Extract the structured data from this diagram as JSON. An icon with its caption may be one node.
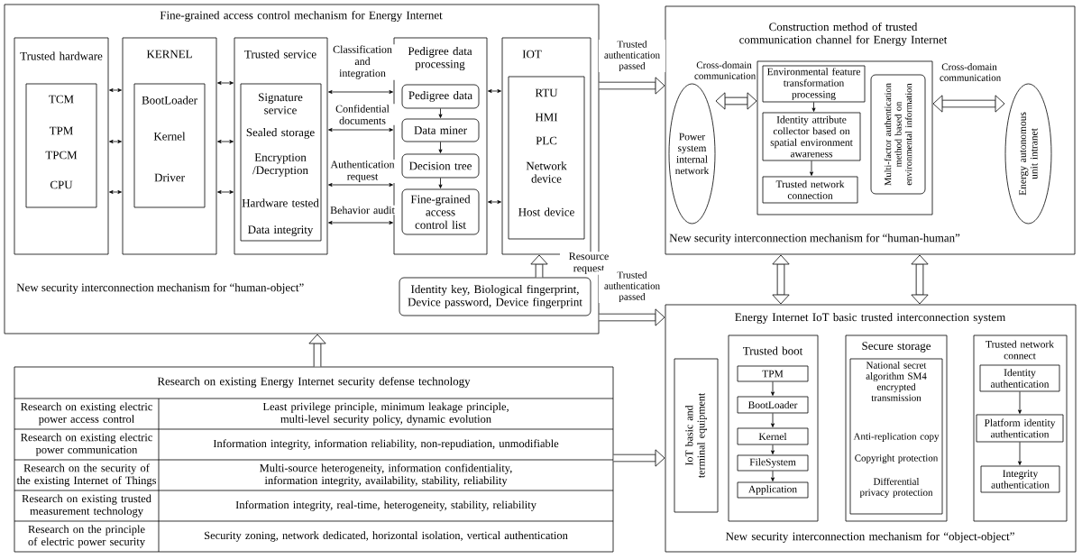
{
  "diagram": {
    "nodes": [
      {
        "text": [
          "Fine-grained access control mechanism for Energy Internet",
          "New security interconnection mechanism for “human-object”"
        ]
      },
      {
        "text": [
          "Trusted hardware"
        ],
        "in": 0
      },
      {
        "text": [
          "TCM",
          "TPM",
          "TPCM",
          "CPU"
        ],
        "in": 1
      },
      {
        "text": [
          "KERNEL"
        ],
        "in": 0
      },
      {
        "text": [
          "BootLoader",
          "Kernel",
          "Driver"
        ],
        "in": 3
      },
      {
        "text": [
          "Trusted service"
        ],
        "in": 0
      },
      {
        "text": [
          "Signature service",
          "Sealed storage",
          "Encryption /Decryption",
          "Hardware tested",
          "Data integrity"
        ],
        "in": 5
      },
      {
        "text": [
          "Pedigree data processing"
        ],
        "in": 0
      },
      {
        "text": [
          "Pedigree data"
        ],
        "in": 7
      },
      {
        "text": [
          "Data miner"
        ],
        "in": 7
      },
      {
        "text": [
          "Decision tree"
        ],
        "in": 7
      },
      {
        "text": [
          "Fine-grained access control list"
        ],
        "in": 7
      },
      {
        "text": [
          "IOT"
        ],
        "in": 0
      },
      {
        "text": [
          "RTU",
          "HMI",
          "PLC",
          "Network device",
          "Host device"
        ],
        "in": 12
      },
      {
        "text": [
          "Identity key, Biological fingerprint, Device password, Device fingerprint"
        ],
        "in": 0
      },
      {
        "text": [
          "Construction method of trusted communication channel for Energy Internet",
          "New security interconnection mechanism for “human-human”"
        ]
      },
      {
        "text": [
          "Power system internal network"
        ],
        "in": 15
      },
      {
        "text": [],
        "shape": "box",
        "in": 15
      },
      {
        "text": [
          "Environmental feature transformation processing"
        ],
        "in": 17
      },
      {
        "text": [
          "Identity attribute collector based on spatial environment awareness"
        ],
        "in": 17
      },
      {
        "text": [
          "Trusted network connection"
        ],
        "in": 17
      },
      {
        "text": [
          "Multi-factor authentication method based on environmental information"
        ],
        "in": 17
      },
      {
        "text": [
          "Energy autonomous unit intranet"
        ],
        "in": 15
      },
      {
        "text": [
          "Energy Internet IoT basic trusted interconnection system",
          "New security interconnection mechanism for “object-object”"
        ]
      },
      {
        "text": [
          "IoT basic and terminal equipment"
        ],
        "in": 23
      },
      {
        "text": [
          "Trusted boot"
        ],
        "in": 23
      },
      {
        "text": [
          "TPM"
        ],
        "in": 25
      },
      {
        "text": [
          "BootLoader"
        ],
        "in": 25
      },
      {
        "text": [
          "Kernel"
        ],
        "in": 25
      },
      {
        "text": [
          "FileSystem"
        ],
        "in": 25
      },
      {
        "text": [
          "Application"
        ],
        "in": 25
      },
      {
        "text": [
          "Secure storage"
        ],
        "in": 23
      },
      {
        "text": [
          "National secret algorithm SM4 encrypted transmission",
          "Anti-replication copy",
          "Copyright protection",
          "Differential privacy protection"
        ],
        "in": 31
      },
      {
        "text": [
          "Trusted network connect"
        ],
        "in": 23
      },
      {
        "text": [
          "Identity authentication"
        ],
        "in": 33
      },
      {
        "text": [
          "Platform identity authentication"
        ],
        "in": 33
      },
      {
        "text": [
          "Integrity authentication"
        ],
        "in": 33
      },
      {
        "text": [
          "Research on existing Energy Internet security defense technology"
        ]
      }
    ],
    "edges": [
      {
        "from": 1,
        "to": 3,
        "arrow": "both"
      },
      {
        "from": 1,
        "to": 3,
        "arrow": "both"
      },
      {
        "from": 1,
        "to": 3,
        "arrow": "both"
      },
      {
        "from": 3,
        "to": 5,
        "arrow": "both"
      },
      {
        "from": 3,
        "to": 5,
        "arrow": "both"
      },
      {
        "from": 3,
        "to": 5,
        "arrow": "both"
      },
      {
        "from": 5,
        "to": 7,
        "arrow": "both",
        "label": "Classification and integration"
      },
      {
        "from": 5,
        "to": 7,
        "arrow": "both",
        "label": "Confidential documents"
      },
      {
        "from": 5,
        "to": 7,
        "arrow": "both",
        "label": "Authentication request"
      },
      {
        "from": 5,
        "to": 7,
        "arrow": "both",
        "label": "Behavior audit"
      },
      {
        "from": 8,
        "to": 9,
        "arrow": "to"
      },
      {
        "from": 9,
        "to": 10,
        "arrow": "to"
      },
      {
        "from": 10,
        "to": 11,
        "arrow": "to"
      },
      {
        "from": 7,
        "to": 12,
        "arrow": "both"
      },
      {
        "from": 7,
        "to": 12,
        "arrow": "both"
      },
      {
        "from": 14,
        "to": 12,
        "arrow": "to",
        "style": "thick",
        "label": "Resource request"
      },
      {
        "from": 0,
        "to": 15,
        "arrow": "to",
        "style": "thick",
        "label": "Trusted authentication passed"
      },
      {
        "from": 0,
        "to": 23,
        "arrow": "to",
        "style": "thick",
        "label": "Trusted authentication passed"
      },
      {
        "from": 37,
        "to": 0,
        "arrow": "to",
        "style": "thick"
      },
      {
        "from": 37,
        "to": 23,
        "arrow": "to",
        "style": "thick"
      },
      {
        "from": 15,
        "to": 23,
        "arrow": "both",
        "style": "thick"
      },
      {
        "from": 15,
        "to": 23,
        "arrow": "both",
        "style": "thick"
      },
      {
        "from": 16,
        "to": 17,
        "arrow": "both",
        "style": "thick",
        "label": "Cross-domain communication"
      },
      {
        "from": 17,
        "to": 22,
        "arrow": "both",
        "style": "thick",
        "label": "Cross-domain communication"
      },
      {
        "from": 18,
        "to": 19,
        "arrow": "to"
      },
      {
        "from": 19,
        "to": 20,
        "arrow": "to"
      },
      {
        "from": 26,
        "to": 27,
        "arrow": "to"
      },
      {
        "from": 27,
        "to": 28,
        "arrow": "to"
      },
      {
        "from": 28,
        "to": 29,
        "arrow": "to"
      },
      {
        "from": 29,
        "to": 30,
        "arrow": "to"
      },
      {
        "from": 34,
        "to": 35,
        "arrow": "to"
      },
      {
        "from": 35,
        "to": 36,
        "arrow": "to"
      }
    ],
    "labels": [
      "Research on existing electric power access control",
      "Least privilege principle, minimum leakage principle, multi-level security policy, dynamic evolution",
      "Research on existing electric power communication",
      "Information integrity, information reliability, non-repudiation, unmodifiable",
      "Research on the security of the existing Internet of Things",
      "Multi-source heterogeneity, information confidentiality, information integrity, availability, stability, reliability",
      "Research on existing trusted measurement technology",
      "Information integrity, real-time, heterogeneity, stability, reliability",
      "Research on the principle of electric power security",
      "Security zoning, network dedicated, horizontal isolation, vertical authentication"
    ]
  }
}
